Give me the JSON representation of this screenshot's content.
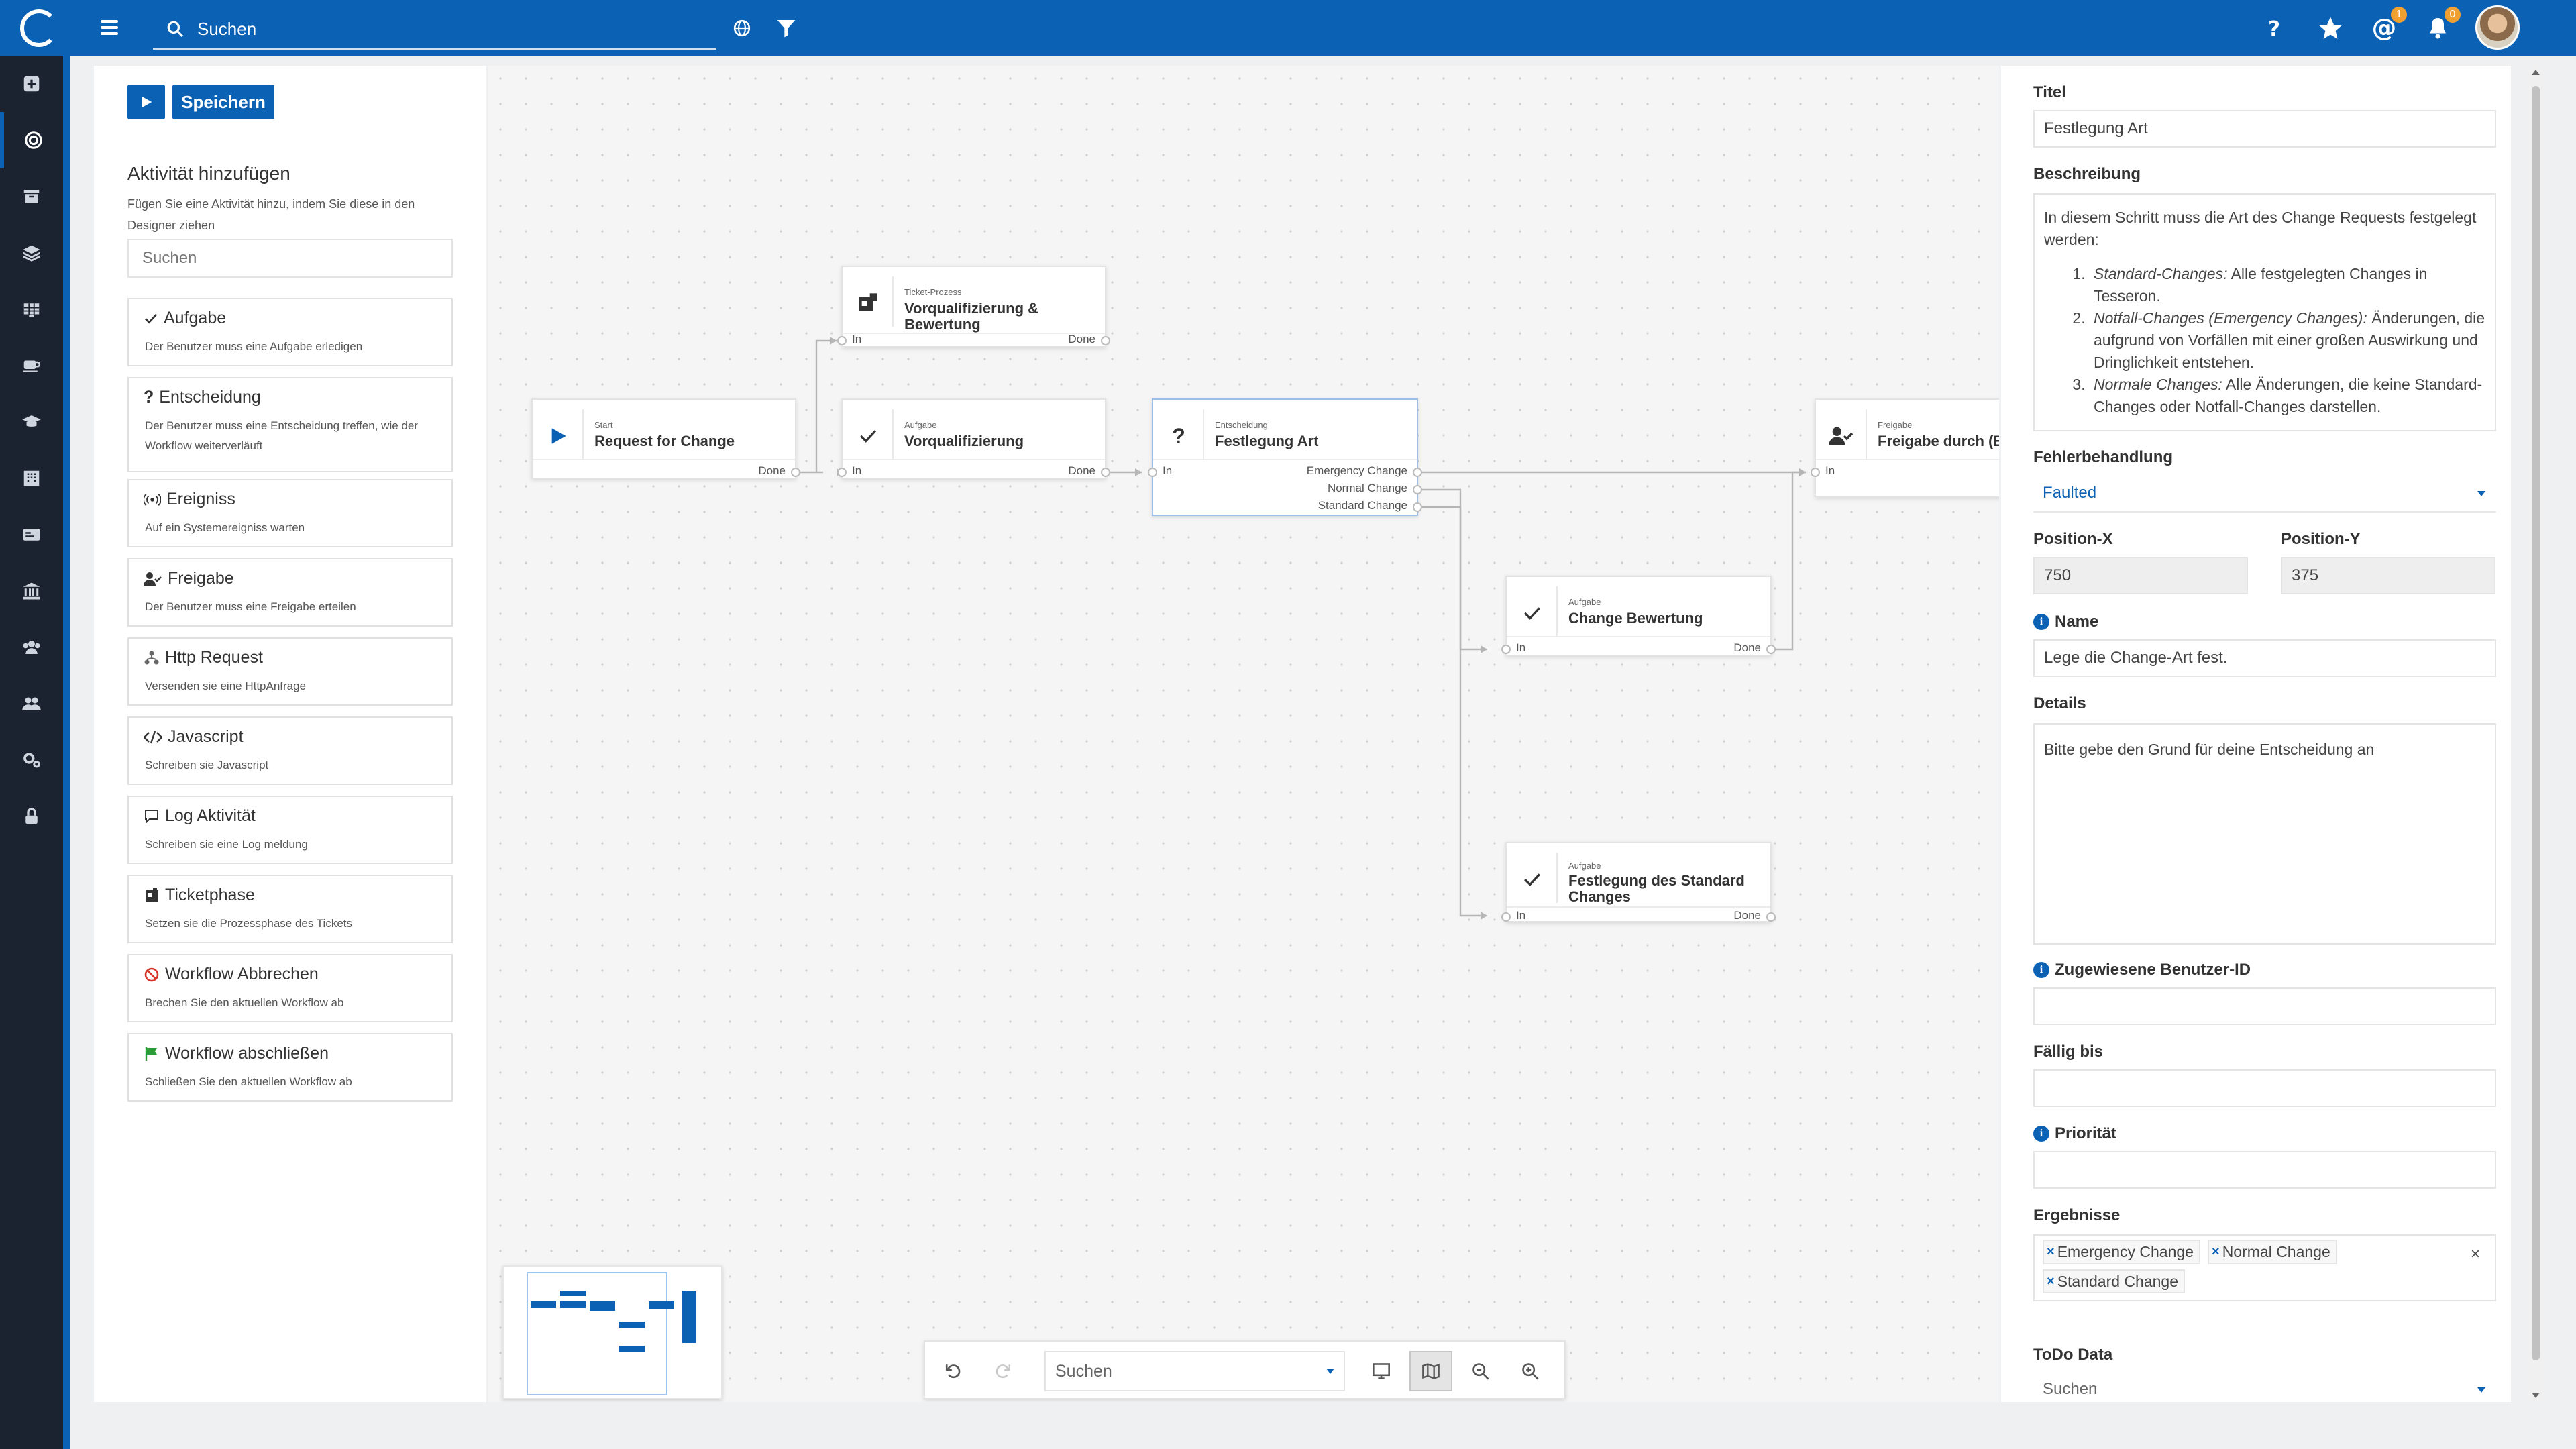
{
  "colors": {
    "brand": "#0b62b5",
    "nav_bg": "#1c2330",
    "badge": "#f0a030"
  },
  "topbar": {
    "search_placeholder": "Suchen",
    "mentions_badge": "1",
    "notifications_badge": "0"
  },
  "leftnav": {
    "icons": [
      "plus-square-icon",
      "target-icon",
      "inbox-icon",
      "layers-icon",
      "globe-grid-icon",
      "coffee-icon",
      "graduation-cap-icon",
      "building-icon",
      "id-card-icon",
      "bank-icon",
      "users-icon",
      "user-group-icon",
      "cogs-icon",
      "lock-icon"
    ]
  },
  "leftpanel": {
    "save_label": "Speichern",
    "title": "Aktivität hinzufügen",
    "hint": "Fügen Sie eine Aktivität hinzu, indem Sie diese in den Designer ziehen",
    "search_placeholder": "Suchen",
    "activities": [
      {
        "title": "Aufgabe",
        "desc": "Der Benutzer muss eine Aufgabe erledigen",
        "icon": "check-icon"
      },
      {
        "title": "Entscheidung",
        "desc": "Der Benutzer muss eine Entscheidung treffen, wie der Workflow weiterverläuft",
        "icon": "question-icon"
      },
      {
        "title": "Ereigniss",
        "desc": "Auf ein Systemereigniss warten",
        "icon": "broadcast-icon"
      },
      {
        "title": "Freigabe",
        "desc": "Der Benutzer muss eine Freigabe erteilen",
        "icon": "user-check-icon"
      },
      {
        "title": "Http Request",
        "desc": "Versenden sie eine HttpAnfrage",
        "icon": "sitemap-icon"
      },
      {
        "title": "Javascript",
        "desc": "Schreiben sie Javascript",
        "icon": "code-icon"
      },
      {
        "title": "Log Aktivität",
        "desc": "Schreiben sie eine Log meldung",
        "icon": "comment-icon"
      },
      {
        "title": "Ticketphase",
        "desc": "Setzen sie die Prozessphase des Tickets",
        "icon": "puzzle-icon"
      },
      {
        "title": "Workflow Abbrechen",
        "desc": "Brechen Sie den aktuellen Workflow ab",
        "icon": "ban-icon"
      },
      {
        "title": "Workflow abschließen",
        "desc": "Schließen Sie den aktuellen Workflow ab",
        "icon": "flag-icon"
      }
    ]
  },
  "canvas": {
    "nodes": [
      {
        "id": "start",
        "type": "Start",
        "name": "Request for Change",
        "in": "",
        "outs": [
          "Done"
        ],
        "icon": "play-icon"
      },
      {
        "id": "ticket",
        "type": "Ticket-Prozess",
        "name": "Vorqualifizierung & Bewertung",
        "in": "In",
        "outs": [
          "Done"
        ],
        "icon": "puzzle-icon"
      },
      {
        "id": "vorq",
        "type": "Aufgabe",
        "name": "Vorqualifizierung",
        "in": "In",
        "outs": [
          "Done"
        ],
        "icon": "check-icon"
      },
      {
        "id": "decision",
        "type": "Entscheidung",
        "name": "Festlegung Art",
        "in": "In",
        "outs": [
          "Emergency Change",
          "Normal Change",
          "Standard Change"
        ],
        "icon": "question-icon"
      },
      {
        "id": "freigabe",
        "type": "Freigabe",
        "name": "Freigabe durch (E)",
        "in": "In",
        "outs": [],
        "icon": "user-check-icon"
      },
      {
        "id": "bewertung",
        "type": "Aufgabe",
        "name": "Change Bewertung",
        "in": "In",
        "outs": [
          "Done"
        ],
        "icon": "check-icon"
      },
      {
        "id": "standard",
        "type": "Aufgabe",
        "name": "Festlegung des Standard Changes",
        "in": "In",
        "outs": [
          "Done"
        ],
        "icon": "check-icon"
      }
    ]
  },
  "toolbar": {
    "search_placeholder": "Suchen"
  },
  "rightpanel": {
    "title_label": "Titel",
    "title_value": "Festlegung Art",
    "desc_label": "Beschreibung",
    "desc_intro": "In diesem Schritt muss die Art des Change Requests festgelegt werden:",
    "desc_items": [
      {
        "em": "Standard-Changes:",
        "text": " Alle festgelegten Changes in Tesseron."
      },
      {
        "em": "Notfall-Changes (Emergency Changes):",
        "text": " Änderungen, die aufgrund von Vorfällen mit einer großen Auswirkung und Dringlichkeit entstehen."
      },
      {
        "em": "Normale Changes:",
        "text": " Alle Änderungen, die keine Standard-Changes oder Notfall-Changes darstellen."
      }
    ],
    "error_label": "Fehlerbehandlung",
    "error_value": "Faulted",
    "posx_label": "Position-X",
    "posx_value": "750",
    "posy_label": "Position-Y",
    "posy_value": "375",
    "name_label": "Name",
    "name_value": "Lege die Change-Art fest.",
    "details_label": "Details",
    "details_value": "Bitte gebe den Grund für deine Entscheidung an",
    "user_label": "Zugewiesene Benutzer-ID",
    "due_label": "Fällig bis",
    "prio_label": "Priorität",
    "results_label": "Ergebnisse",
    "results": [
      "Emergency Change",
      "Normal Change",
      "Standard Change"
    ],
    "todo_label": "ToDo Data",
    "todo_placeholder": "Suchen"
  }
}
